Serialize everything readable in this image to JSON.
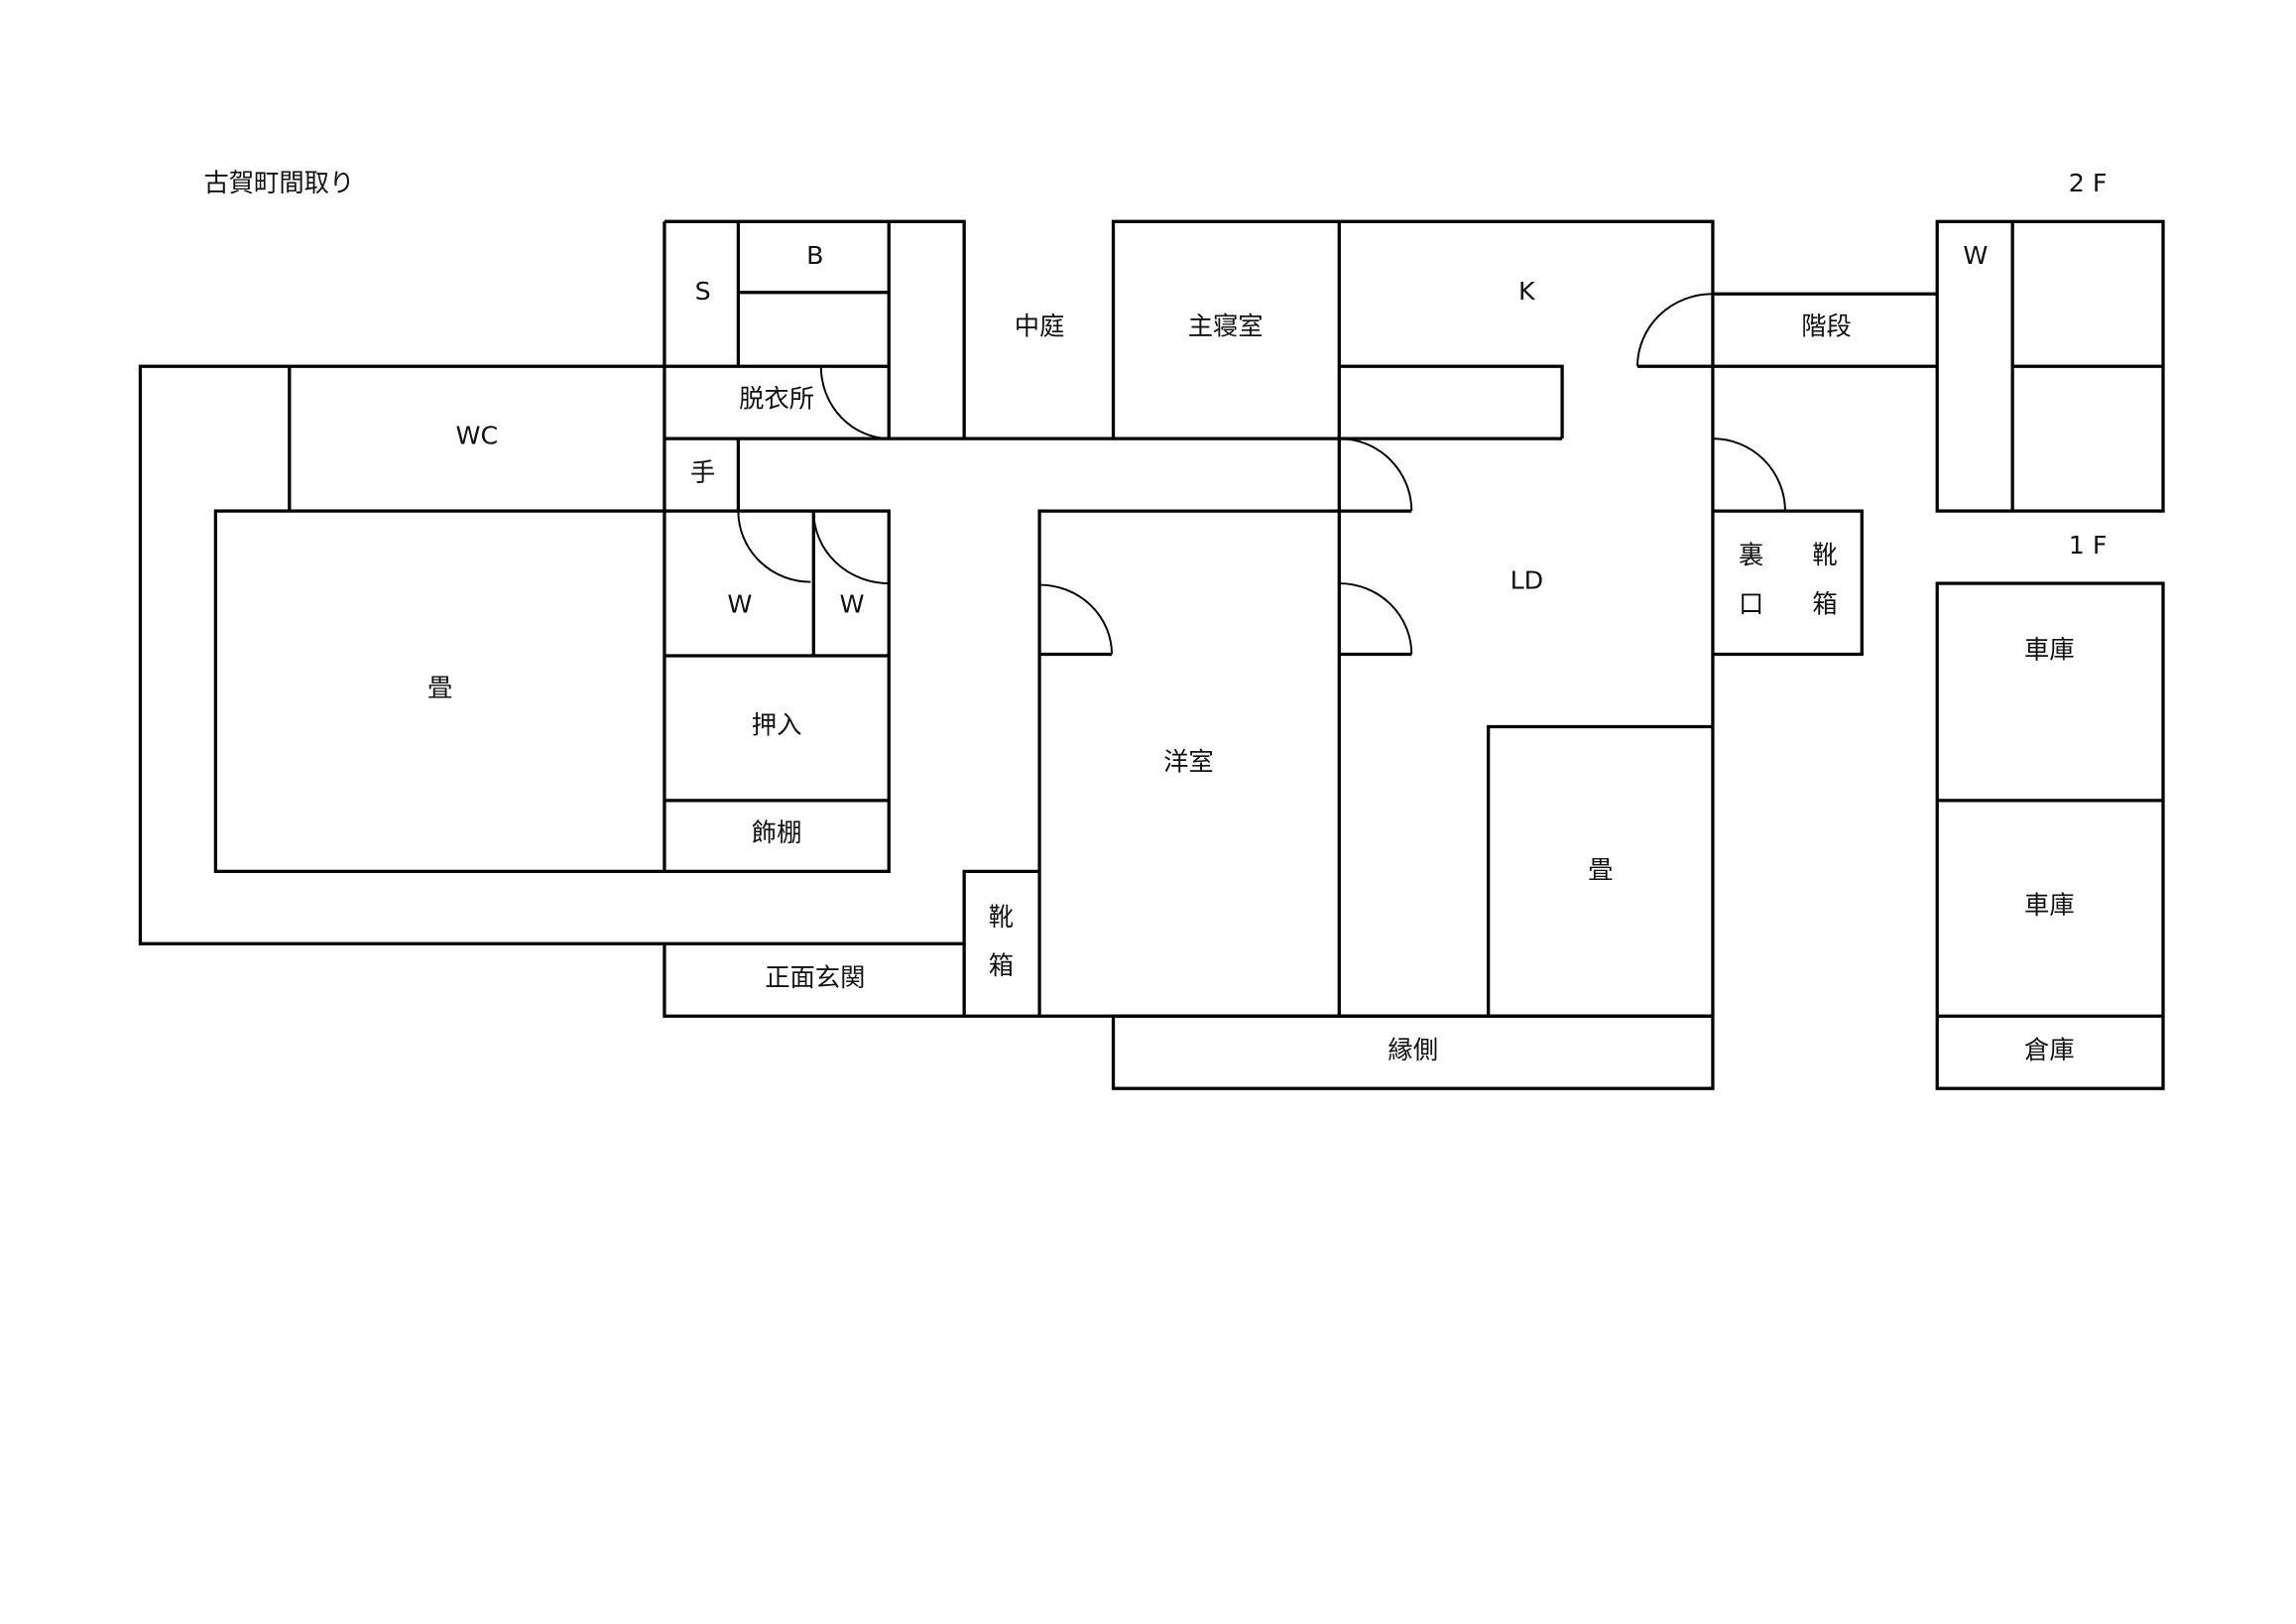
{
  "title": "古賀町間取り",
  "floor_labels": {
    "second": "2 F",
    "first": "1 F"
  },
  "colors": {
    "engawa_fill": "#dcdcdc",
    "wall": "#000000"
  },
  "rooms": {
    "s": "S",
    "b": "B",
    "datsuijo": "脱衣所",
    "wc": "WC",
    "te": "手",
    "w1": "W",
    "w2": "W",
    "tatami_left": "畳",
    "oshiire": "押入",
    "kazaridana": "飾棚",
    "genkan": "正面玄関",
    "getabako_front_1": "靴",
    "getabako_front_2": "箱",
    "nakaniwa": "中庭",
    "shushinshitsu": "主寝室",
    "k": "K",
    "kaidan": "階段",
    "ld": "LD",
    "yoshitsu": "洋室",
    "tatami_right": "畳",
    "engawa": "縁側",
    "uraguchi_1": "裏",
    "uraguchi_2": "口",
    "getabako_back_1": "靴",
    "getabako_back_2": "箱",
    "w_2f": "W",
    "garage_1": "車庫",
    "garage_2": "車庫",
    "storage": "倉庫"
  }
}
